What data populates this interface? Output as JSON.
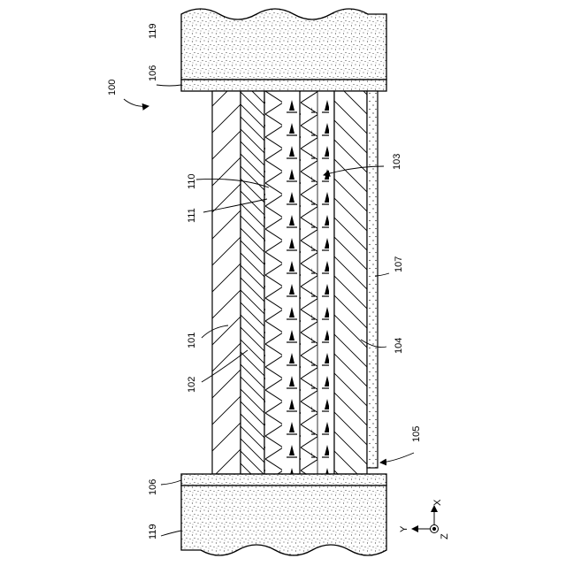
{
  "figure": {
    "labels": {
      "assembly": "100",
      "layer_a": "101",
      "layer_b": "102",
      "layer_c": "103",
      "layer_d": "104",
      "gap": "105",
      "plate": "106",
      "coat": "107",
      "surface_a": "110",
      "surface_b": "111",
      "block": "119"
    },
    "axes": {
      "x": "X",
      "y": "Y",
      "z": "Z"
    }
  }
}
